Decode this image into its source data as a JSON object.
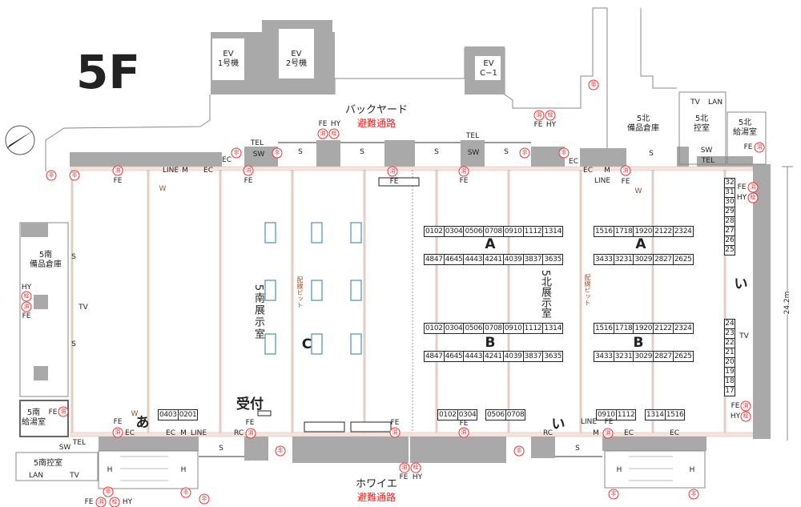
{
  "floor": "5F",
  "areas": {
    "backyard": "バックヤード",
    "evac_route": "避難通路",
    "foyer": "ホワイエ",
    "ev1": "EV\n1号機",
    "ev2": "EV\n2号機",
    "evc1": "EV\nC−1",
    "south_hall": "5南展示室",
    "north_hall": "5北展示室",
    "south_storage": "5南\n備品倉庫",
    "south_kitchen": "5南\n給湯室",
    "south_control": "5南控室",
    "north_storage": "5北\n備品倉庫",
    "north_control": "5北\n控室",
    "north_kitchen": "5北\n給湯室",
    "wiring_pit": "配線ピット",
    "reception": "受付",
    "dimension": "24.2m"
  },
  "zones": {
    "a": "A",
    "b": "B",
    "c": "C",
    "hira_a": "あ",
    "hira_i": "い"
  },
  "symbols": {
    "fe": "FE",
    "hy": "HY",
    "ec": "EC",
    "m": "M",
    "line": "LINE",
    "tel": "TEL",
    "sw": "SW",
    "s": "S",
    "rc": "RC",
    "w": "W",
    "h": "H",
    "tv": "TV",
    "lan": "LAN",
    "exit": "非",
    "extinguisher": "消",
    "hydrant": "栓"
  },
  "booths": {
    "a_top_left": [
      "0102",
      "0304",
      "0506",
      "0708",
      "0910",
      "1112",
      "1314"
    ],
    "a_top_right": [
      "1516",
      "1718",
      "1920",
      "2122",
      "2324"
    ],
    "a_bottom_left": [
      "4847",
      "4645",
      "4443",
      "4241",
      "4039",
      "3837",
      "3635"
    ],
    "a_bottom_right": [
      "3433",
      "3231",
      "3029",
      "2827",
      "2625"
    ],
    "b_top_left": [
      "0102",
      "0304",
      "0506",
      "0708",
      "0910",
      "1112",
      "1314"
    ],
    "b_top_right": [
      "1516",
      "1718",
      "1920",
      "2122",
      "2324"
    ],
    "b_bottom_left": [
      "4847",
      "4645",
      "4443",
      "4241",
      "4039",
      "3837",
      "3635"
    ],
    "b_bottom_right": [
      "3433",
      "3231",
      "3029",
      "2827",
      "2625"
    ],
    "i_bottom_1": [
      "0102",
      "0304"
    ],
    "i_bottom_2": [
      "0506",
      "0708"
    ],
    "i_bottom_3": [
      "0910",
      "1112"
    ],
    "i_bottom_4": [
      "1314",
      "1516"
    ],
    "a_bottom_south": [
      "0403",
      "0201"
    ],
    "i_right_top": [
      "32",
      "31",
      "30",
      "29",
      "28",
      "27",
      "26",
      "25"
    ],
    "i_right_bottom": [
      "24",
      "23",
      "22",
      "21",
      "20",
      "19",
      "18",
      "17"
    ]
  },
  "colors": {
    "wall": "#a9a9a9",
    "grid": "#d9b8ac",
    "symbol": "#e33",
    "display_case": "#4a90b8"
  }
}
